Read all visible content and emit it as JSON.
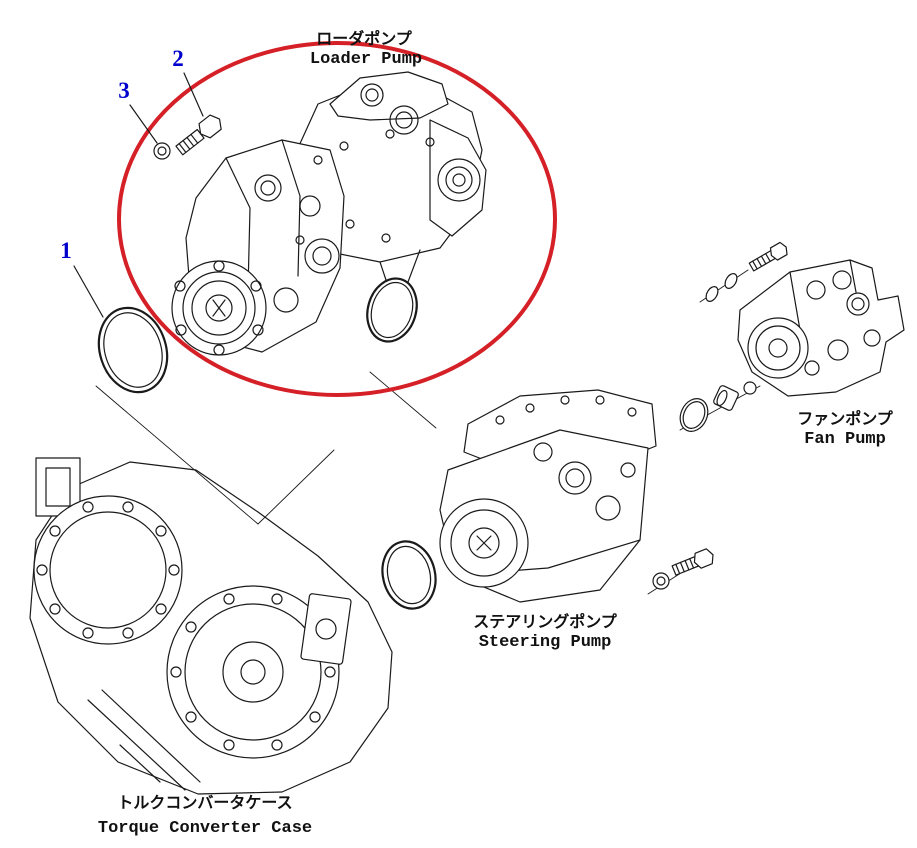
{
  "diagram": {
    "colors": {
      "highlight": "#d42026",
      "callout": "#0000cd",
      "line": "#1a1a1a",
      "background": "#ffffff"
    },
    "parts": {
      "loader_pump": {
        "label_jp": "ローダポンプ",
        "label_en": "Loader Pump"
      },
      "fan_pump": {
        "label_jp": "ファンポンプ",
        "label_en": "Fan Pump"
      },
      "steering_pump": {
        "label_jp": "ステアリングポンプ",
        "label_en": "Steering Pump"
      },
      "torque_converter_case": {
        "label_jp": "トルクコンバータケース",
        "label_en": "Torque Converter Case"
      }
    },
    "callouts": [
      {
        "number": "1"
      },
      {
        "number": "2"
      },
      {
        "number": "3"
      }
    ]
  }
}
